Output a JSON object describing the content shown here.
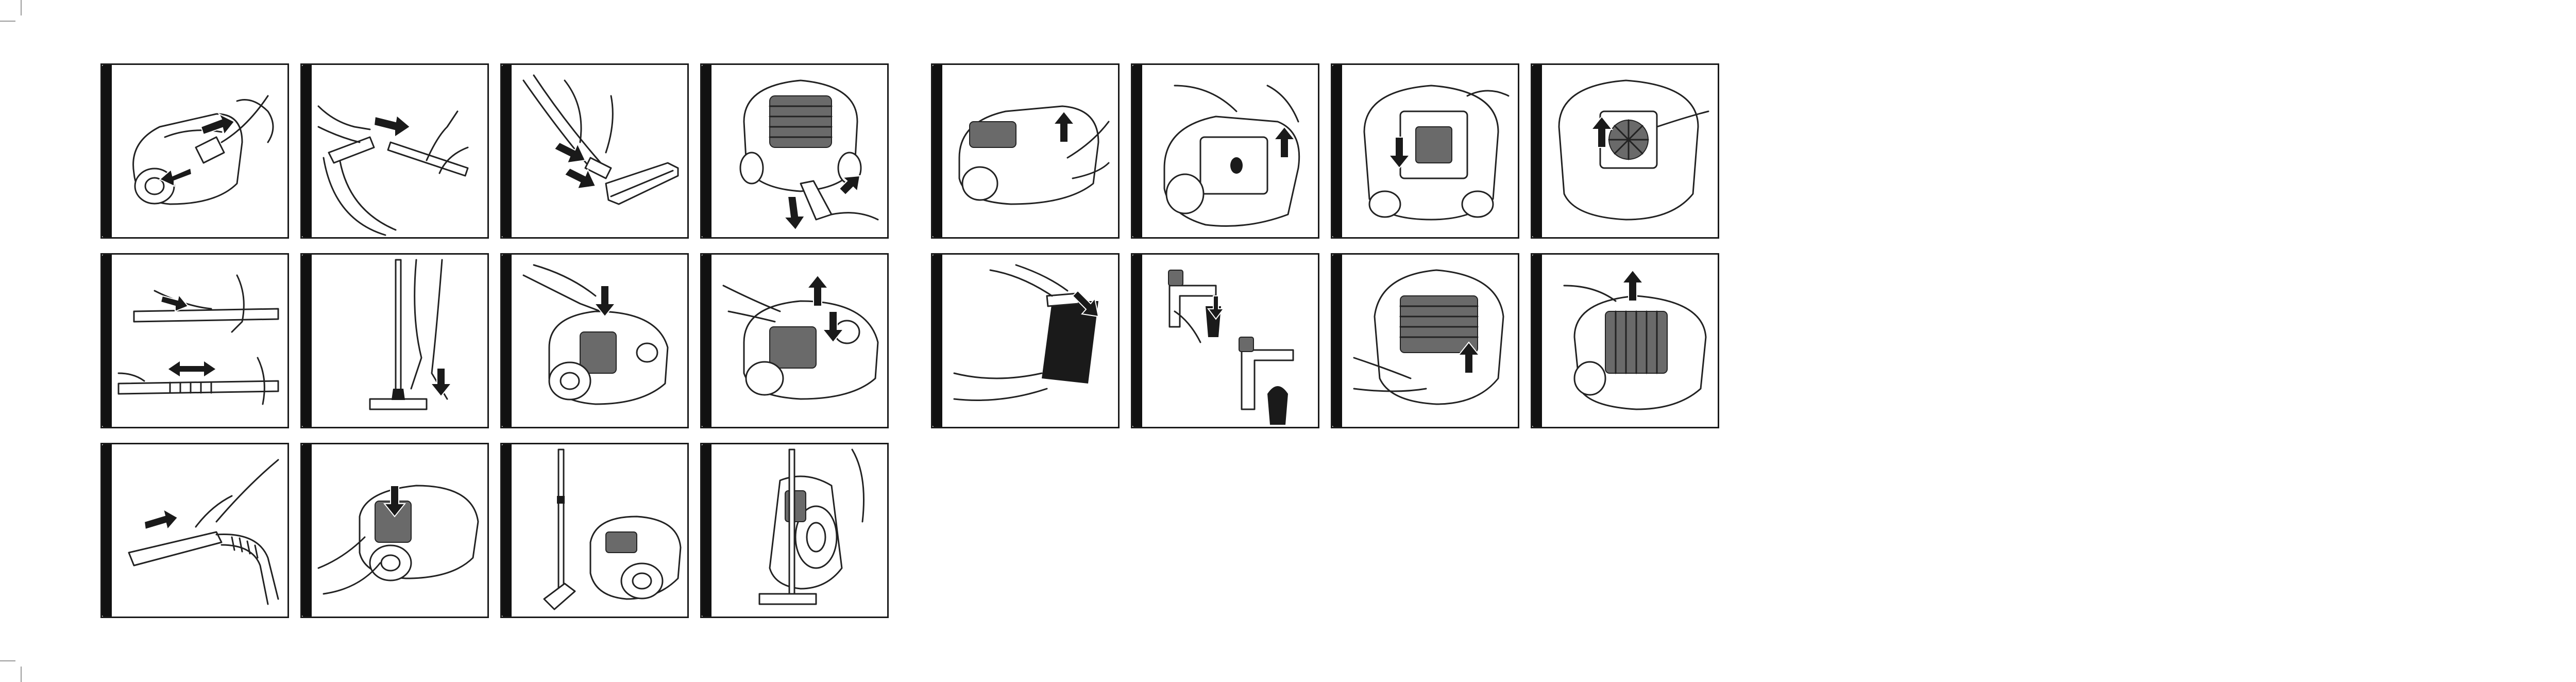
{
  "document": {
    "type": "illustrated instruction sheet",
    "printed_text": [],
    "panel_count": 20,
    "colors": {
      "ink": "#1a1a1a",
      "paper": "#ffffff",
      "crop_marks": "#9a9a9a"
    },
    "left_group": {
      "rows": [
        [
          "attach-hose",
          "connect-wand",
          "fit-nozzle",
          "open-rear-cover"
        ],
        [
          "adjust-wand",
          "use-floor-nozzle",
          "press-cover",
          "open-top-cover"
        ],
        [
          "hold-handle",
          "release-hose",
          "wand-park",
          "upright-storage"
        ]
      ]
    },
    "right_group": {
      "rows": [
        [
          "lift-cover",
          "open-bag-compartment",
          "remove-bag",
          "remove-filter"
        ],
        [
          "insert-bag",
          "brush-accessory",
          "reinsert-filter",
          "close-filter-cover"
        ]
      ]
    }
  }
}
